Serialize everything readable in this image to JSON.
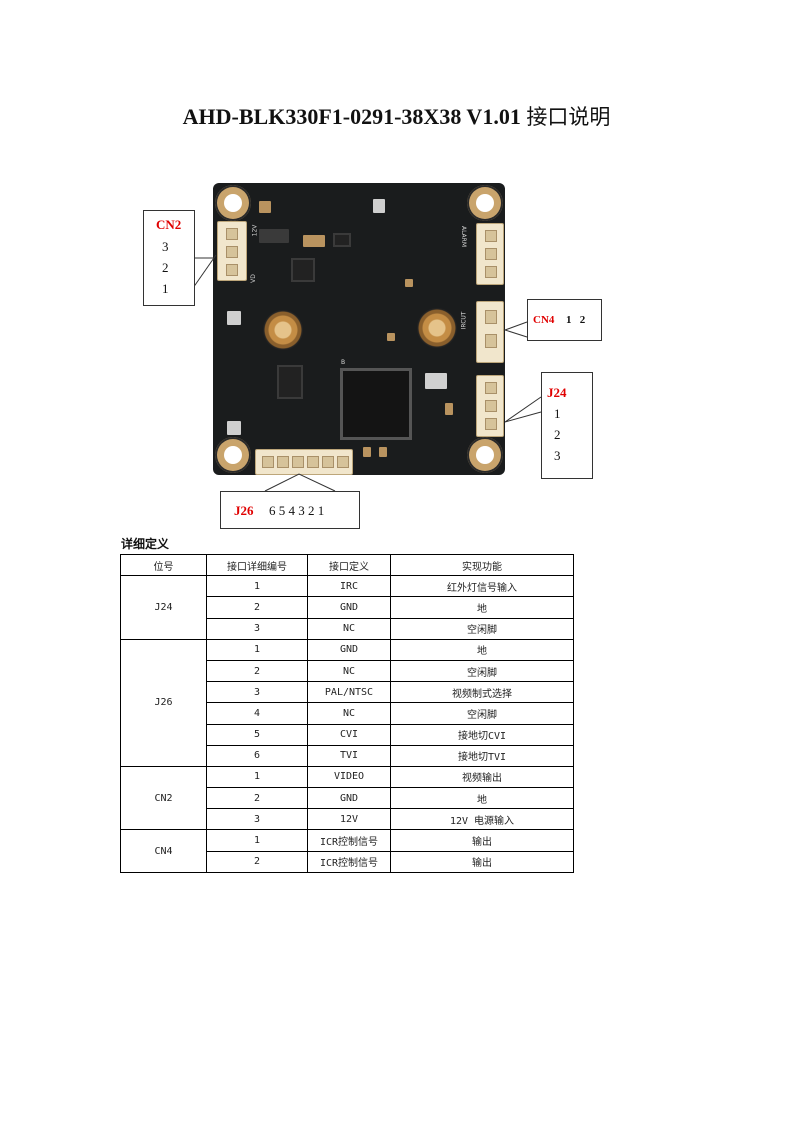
{
  "title": {
    "main": "AHD-BLK330F1-0291-38X38 V1.01",
    "cn": "接口说明"
  },
  "callouts": {
    "cn2": {
      "name": "CN2",
      "pins": [
        "3",
        "2",
        "1"
      ]
    },
    "cn4": {
      "name": "CN4",
      "pins": "1   2"
    },
    "j24": {
      "name": "J24",
      "pins": [
        "1",
        "2",
        "3"
      ]
    },
    "j26": {
      "name": "J26",
      "pins": "6 5 4 3 2 1"
    }
  },
  "board_silk": {
    "v12": "12V",
    "cvbs": "VD",
    "alarm": "ALARM",
    "ircut": "IRCUT",
    "label_b": "B"
  },
  "section_label": "详细定义",
  "table": {
    "headers": [
      "位号",
      "接口详细编号",
      "接口定义",
      "实现功能"
    ],
    "groups": [
      {
        "ref": "J24",
        "rows": [
          [
            "1",
            "IRC",
            "红外灯信号输入"
          ],
          [
            "2",
            "GND",
            "地"
          ],
          [
            "3",
            "NC",
            "空闲脚"
          ]
        ]
      },
      {
        "ref": "J26",
        "rows": [
          [
            "1",
            "GND",
            "地"
          ],
          [
            "2",
            "NC",
            "空闲脚"
          ],
          [
            "3",
            "PAL/NTSC",
            "视频制式选择"
          ],
          [
            "4",
            "NC",
            "空闲脚"
          ],
          [
            "5",
            "CVI",
            "接地切CVI"
          ],
          [
            "6",
            "TVI",
            "接地切TVI"
          ]
        ]
      },
      {
        "ref": "CN2",
        "rows": [
          [
            "1",
            "VIDEO",
            "视频输出"
          ],
          [
            "2",
            "GND",
            "地"
          ],
          [
            "3",
            "12V",
            "12V 电源输入"
          ]
        ]
      },
      {
        "ref": "CN4",
        "rows": [
          [
            "1",
            "ICR控制信号",
            "输出"
          ],
          [
            "2",
            "ICR控制信号",
            "输出"
          ]
        ]
      }
    ]
  }
}
